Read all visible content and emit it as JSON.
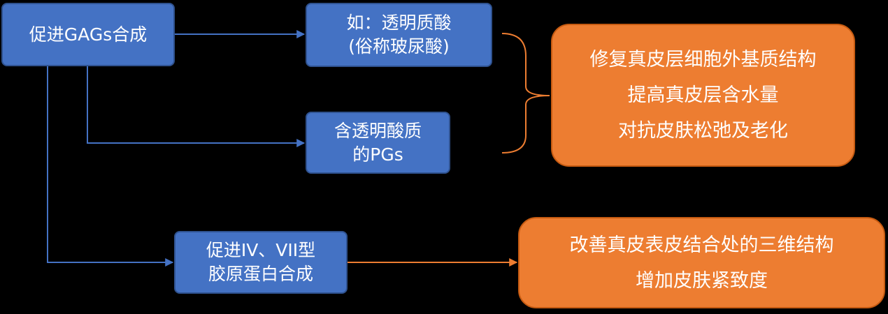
{
  "colors": {
    "background": "#000000",
    "blue": "#4472C4",
    "orange": "#ED7D31",
    "connector_blue": "#4472C4",
    "connector_orange": "#ED7D31"
  },
  "nodes": {
    "gags": {
      "label": "促进GAGs合成"
    },
    "hyaluronic": {
      "line1": "如：透明质酸",
      "line2": "(俗称玻尿酸)"
    },
    "pgs": {
      "line1": "含透明酸质",
      "line2": "的PGs"
    },
    "collagen": {
      "line1": "促进IV、VII型",
      "line2": "胶原蛋白合成"
    },
    "effects_top": {
      "lines": [
        "修复真皮层细胞外基质结构",
        "提高真皮层含水量",
        "对抗皮肤松弛及老化"
      ]
    },
    "effects_bottom": {
      "lines": [
        "改善真皮表皮结合处的三维结构",
        "增加皮肤紧致度"
      ]
    }
  }
}
